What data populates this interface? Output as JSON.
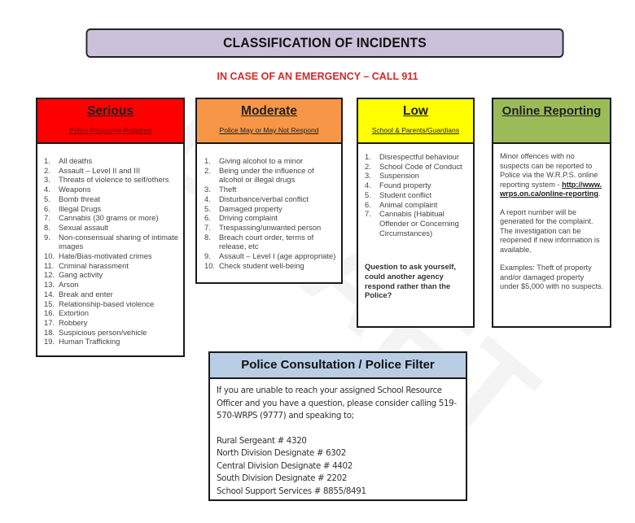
{
  "title": "CLASSIFICATION  OF INCIDENTS",
  "emergency_notice": "IN CASE OF AN EMERGENCY – CALL 911",
  "watermark": "DRAFT",
  "categories": {
    "serious": {
      "title": "Serious",
      "subtitle": "Police Response Required",
      "color": "#fe0000",
      "items": [
        {
          "num": "1.",
          "text": "All deaths"
        },
        {
          "num": "2.",
          "text": "Assault – Level II and III"
        },
        {
          "num": "3.",
          "text": "Threats of violence to self/others"
        },
        {
          "num": "4.",
          "text": "Weapons"
        },
        {
          "num": "5.",
          "text": "Bomb threat"
        },
        {
          "num": "6.",
          "text": "Illegal Drugs"
        },
        {
          "num": "7.",
          "text": "Cannabis (30 grams or more)"
        },
        {
          "num": "8.",
          "text": "Sexual assault"
        },
        {
          "num": "9.",
          "text": "Non-consensual sharing of intimate images"
        },
        {
          "num": "10.",
          "text": "Hate/Bias-motivated crimes"
        },
        {
          "num": "11.",
          "text": "Criminal harassment"
        },
        {
          "num": "12.",
          "text": "Gang activity"
        },
        {
          "num": "13.",
          "text": "Arson"
        },
        {
          "num": "14.",
          "text": "Break and enter"
        },
        {
          "num": "15.",
          "text": "Relationship-based violence"
        },
        {
          "num": "16.",
          "text": "Extortion"
        },
        {
          "num": "17.",
          "text": "Robbery"
        },
        {
          "num": "18.",
          "text": "Suspicious person/vehicle"
        },
        {
          "num": "19.",
          "text": "Human Trafficking"
        }
      ]
    },
    "moderate": {
      "title": "Moderate",
      "subtitle": "Police May or May Not Respond",
      "color": "#f79646",
      "items": [
        {
          "num": "1.",
          "text": "Giving alcohol to a minor"
        },
        {
          "num": "2.",
          "text": "Being under the influence of alcohol or illegal drugs"
        },
        {
          "num": "3.",
          "text": "Theft"
        },
        {
          "num": "4.",
          "text": "Disturbance/verbal conflict"
        },
        {
          "num": "5.",
          "text": "Damaged property"
        },
        {
          "num": "6.",
          "text": "Driving complaint"
        },
        {
          "num": "7.",
          "text": "Trespassing/unwanted person"
        },
        {
          "num": "8.",
          "text": "Breach court order, terms of release, etc"
        },
        {
          "num": "9.",
          "text": "Assault – Level I (age appropriate)"
        },
        {
          "num": "10.",
          "text": "Check student well-being"
        }
      ]
    },
    "low": {
      "title": "Low",
      "subtitle": "School & Parents/Guardians",
      "color": "#ffff00",
      "items": [
        {
          "num": "1.",
          "text": "Disrespectful behaviour"
        },
        {
          "num": "2.",
          "text": "School Code of Conduct"
        },
        {
          "num": "3.",
          "text": "Suspension"
        },
        {
          "num": "4.",
          "text": "Found property"
        },
        {
          "num": "5.",
          "text": "Student conflict"
        },
        {
          "num": "6.",
          "text": "Animal complaint"
        },
        {
          "num": "7.",
          "text": "Cannabis (Habitual Offender or Concerning Circumstances)"
        }
      ],
      "question": "Question to ask yourself, could another agency respond rather than the Police?"
    },
    "online": {
      "title": "Online Reporting",
      "color": "#9bbb59",
      "intro": "Minor offences with no suspects can be reported to Police via the W.R.P.S.  online reporting system - ",
      "link": "http://www.wrps.on.ca/online-reporting",
      "link_suffix": ".",
      "report_note": "A report number will be generated for the complaint. The investigation can be reopened if new information is available.",
      "examples": "Examples:  Theft of property and/or damaged property under $5,000 with no suspects."
    }
  },
  "consultation": {
    "title": "Police Consultation / Police Filter",
    "color": "#b9cde5",
    "intro": "If you are unable to reach your assigned School Resource Officer and you have a question, please consider calling 519-570-WRPS (9777)  and speaking to;",
    "contacts": [
      "Rural Sergeant # 4320",
      "North Division  Designate # 6302",
      "Central Division Designate # 4402",
      "South Division Designate #  2202",
      "School Support Services # 8855/8491"
    ]
  }
}
